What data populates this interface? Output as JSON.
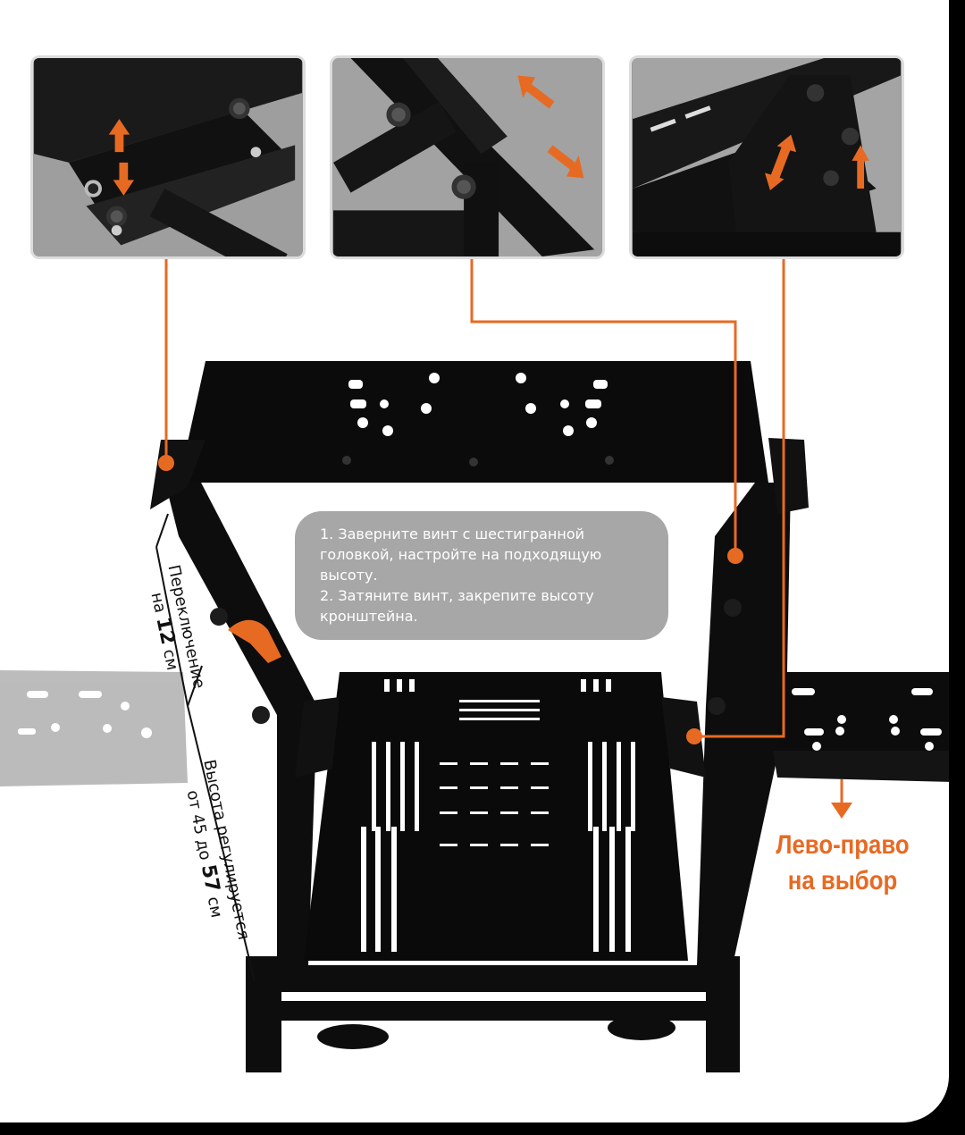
{
  "tooltip": {
    "step1": "1. Заверните винт с шестигранной головкой, настройте на подходящую высоту.",
    "step2": "2. Затяните винт, закрепите высоту кронштейна."
  },
  "left_label_1": {
    "line1": "Переключение",
    "prefix": "на ",
    "value": "12",
    "suffix": " см"
  },
  "left_label_2": {
    "line1": "Высота регулируется",
    "prefix": "от 45 до ",
    "value": "57",
    "suffix": " см"
  },
  "right_label": {
    "line1": "Лево-право",
    "line2": "на выбор"
  },
  "colors": {
    "accent": "#e76a23",
    "metal": "#0d0d0d",
    "tooltip_bg": "#a3a3a3"
  }
}
